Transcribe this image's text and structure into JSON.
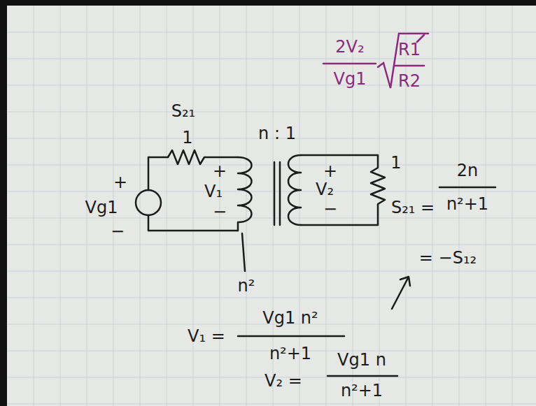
{
  "diagram": {
    "labels": [
      "2V₂",
      "Vg1",
      "R1",
      "R2",
      "S₂₁",
      "1",
      "n : 1",
      "+",
      "Vg1",
      "−",
      "+",
      "V₁",
      "−",
      "+",
      "V₂",
      "−",
      "1",
      "n²",
      "S₂₁ =",
      "2n",
      "n²+1",
      "= −S₁₂",
      "V₁ =",
      "Vg1 n²",
      "n²+1",
      "V₂ =",
      "Vg1 n",
      "n²+1"
    ]
  }
}
